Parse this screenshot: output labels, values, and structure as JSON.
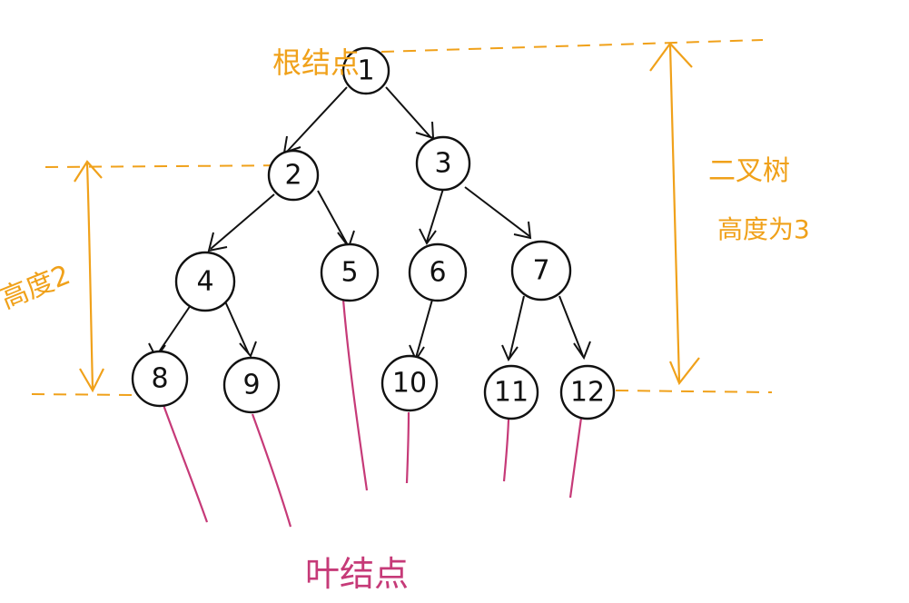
{
  "colors": {
    "annotation": "#f0a11a",
    "leaf_marker": "#c63a78",
    "ink": "#111111"
  },
  "labels": {
    "root_node": "根结点",
    "tree_height": "二叉树",
    "tree_height_value": "高度为3",
    "subtree_height": "高度2",
    "leaf_nodes": "叶结点"
  },
  "tree": {
    "nodes": [
      "1",
      "2",
      "3",
      "4",
      "5",
      "6",
      "7",
      "8",
      "9",
      "10",
      "11",
      "12"
    ],
    "edges": [
      [
        "1",
        "2"
      ],
      [
        "1",
        "3"
      ],
      [
        "2",
        "4"
      ],
      [
        "2",
        "5"
      ],
      [
        "3",
        "6"
      ],
      [
        "3",
        "7"
      ],
      [
        "4",
        "8"
      ],
      [
        "4",
        "9"
      ],
      [
        "6",
        "10"
      ],
      [
        "7",
        "11"
      ],
      [
        "7",
        "12"
      ]
    ],
    "leaves": [
      "8",
      "9",
      "5",
      "10",
      "11",
      "12"
    ]
  }
}
